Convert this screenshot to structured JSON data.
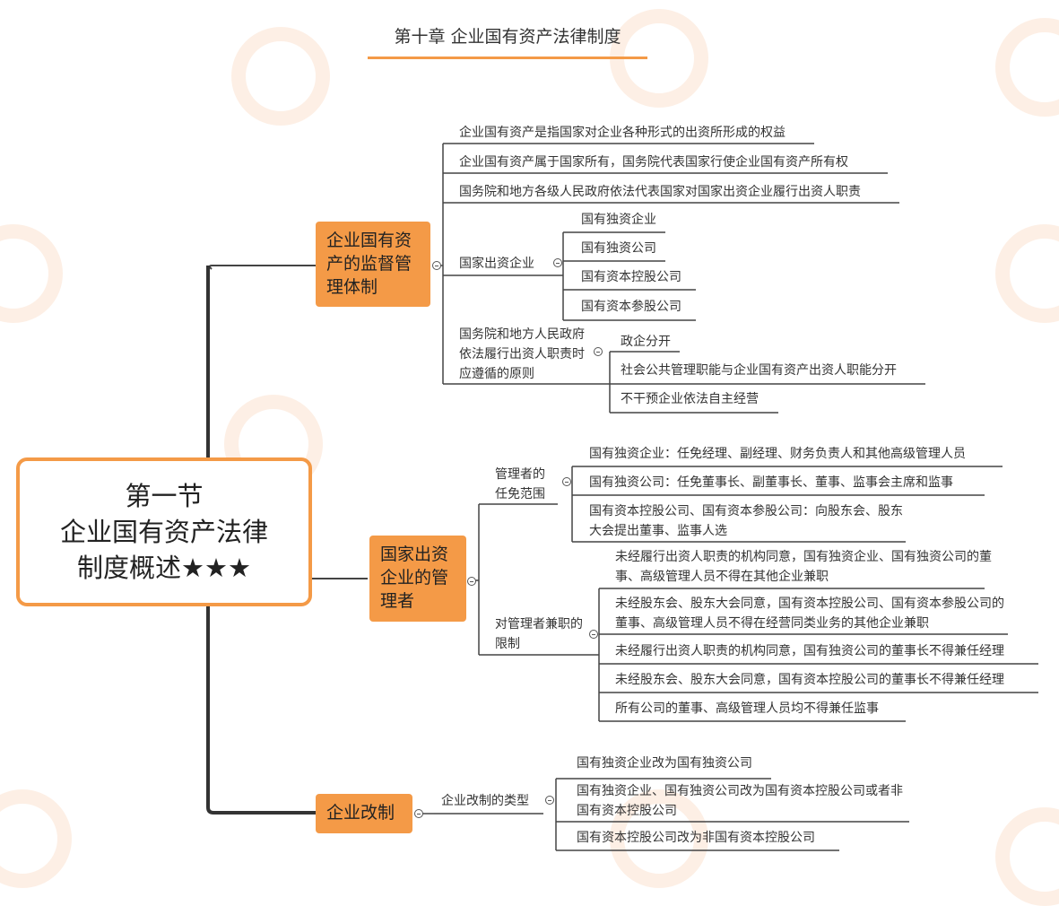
{
  "title": "第十章 企业国有资产法律制度",
  "central": {
    "line1": "第一节",
    "line2": "企业国有资产法律",
    "line3": "制度概述★★★"
  },
  "branches": {
    "b1": {
      "label": "企业国有资产的监督管理体制",
      "items": [
        "企业国有资产是指国家对企业各种形式的出资所形成的权益",
        "企业国有资产属于国家所有，国务院代表国家行使企业国有资产所有权",
        "国务院和地方各级人民政府依法代表国家对国家出资企业履行出资人职责"
      ],
      "sub1": {
        "label": "国家出资企业",
        "items": [
          "国有独资企业",
          "国有独资公司",
          "国有资本控股公司",
          "国有资本参股公司"
        ]
      },
      "sub2": {
        "label": "国务院和地方人民政府依法履行出资人职责时应遵循的原则",
        "items": [
          "政企分开",
          "社会公共管理职能与企业国有资产出资人职能分开",
          "不干预企业依法自主经营"
        ]
      }
    },
    "b2": {
      "label": "国家出资企业的管理者",
      "sub1": {
        "label": "管理者的任免范围",
        "items": [
          "国有独资企业：任免经理、副经理、财务负责人和其他高级管理人员",
          "国有独资公司：任免董事长、副董事长、董事、监事会主席和监事",
          "国有资本控股公司、国有资本参股公司：向股东会、股东大会提出董事、监事人选"
        ]
      },
      "sub2": {
        "label": "对管理者兼职的限制",
        "items": [
          "未经履行出资人职责的机构同意，国有独资企业、国有独资公司的董事、高级管理人员不得在其他企业兼职",
          "未经股东会、股东大会同意，国有资本控股公司、国有资本参股公司的董事、高级管理人员不得在经营同类业务的其他企业兼职",
          "未经履行出资人职责的机构同意，国有独资公司的董事长不得兼任经理",
          "未经股东会、股东大会同意，国有资本控股公司的董事长不得兼任经理",
          "所有公司的董事、高级管理人员均不得兼任监事"
        ]
      }
    },
    "b3": {
      "label": "企业改制",
      "sub1": {
        "label": "企业改制的类型",
        "items": [
          "国有独资企业改为国有独资公司",
          "国有独资企业、国有独资公司改为国有资本控股公司或者非国有资本控股公司",
          "国有资本控股公司改为非国有资本控股公司"
        ]
      }
    }
  },
  "colors": {
    "accent": "#f49a47",
    "line": "#555555"
  }
}
